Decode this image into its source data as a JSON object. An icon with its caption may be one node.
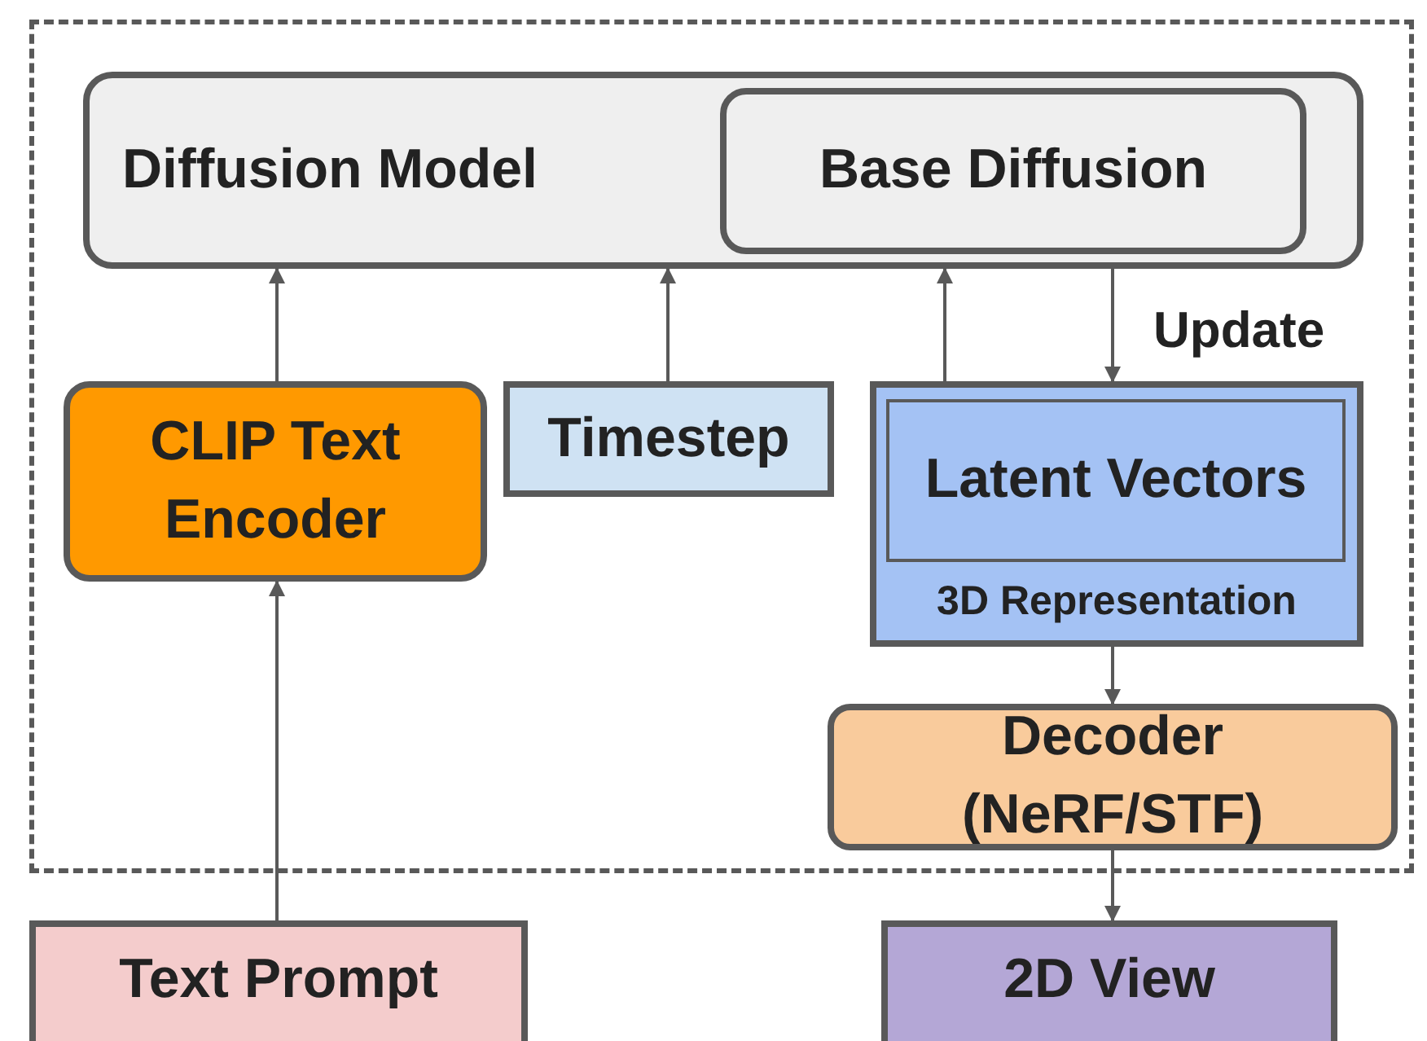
{
  "diagram": {
    "nodes": [
      {
        "text": [],
        "shape": "box"
      },
      {
        "text": [
          "Diffusion Model"
        ],
        "in": 0
      },
      {
        "text": [
          "Base Diffusion"
        ],
        "in": 1
      },
      {
        "text": [
          "CLIP Text Encoder"
        ],
        "in": 0
      },
      {
        "text": [
          "Timestep"
        ],
        "in": 0
      },
      {
        "text": [
          "3D Representation"
        ],
        "in": 0
      },
      {
        "text": [
          "Latent Vectors"
        ],
        "in": 5
      },
      {
        "text": [
          "Decoder (NeRF/STF)"
        ],
        "in": 0
      },
      {
        "text": [
          "Text Prompt"
        ]
      },
      {
        "text": [
          "2D View"
        ]
      }
    ],
    "edges": [
      {
        "from": 3,
        "to": 1,
        "arrow": "to"
      },
      {
        "from": 4,
        "to": 1,
        "arrow": "to"
      },
      {
        "from": 5,
        "to": 1,
        "arrow": "to"
      },
      {
        "from": 1,
        "to": 5,
        "arrow": "to",
        "label": "Update"
      },
      {
        "from": 8,
        "to": 3,
        "arrow": "to"
      },
      {
        "from": 5,
        "to": 7,
        "arrow": "to"
      },
      {
        "from": 7,
        "to": 9,
        "arrow": "to"
      }
    ]
  }
}
